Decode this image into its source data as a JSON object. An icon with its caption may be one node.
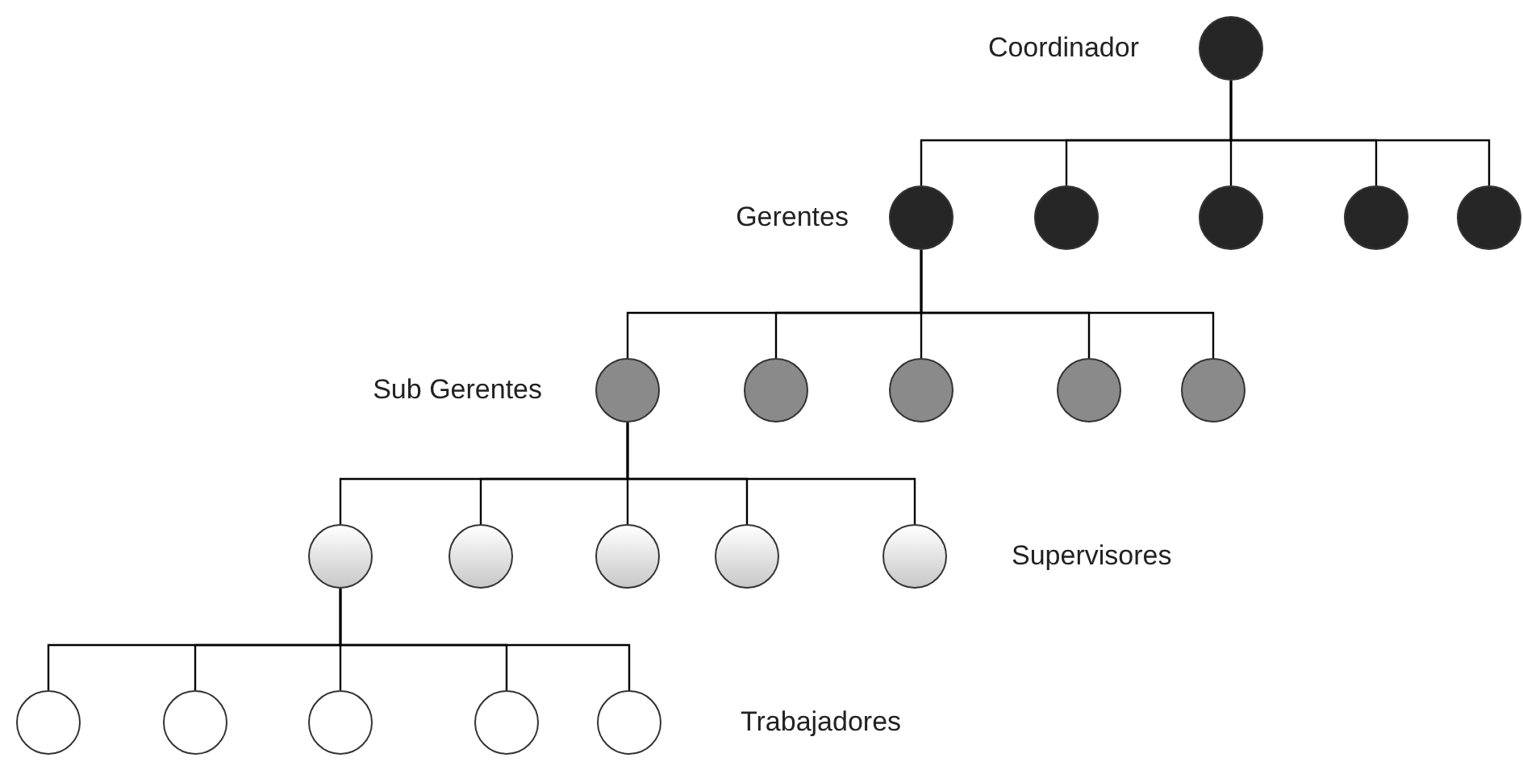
{
  "diagram": {
    "nodes": [
      {
        "text": [],
        "shape": "circle",
        "beside": [
          "Coordinador"
        ]
      },
      {
        "text": [],
        "shape": "circle",
        "beside": [
          "Gerentes"
        ]
      },
      {
        "text": [],
        "shape": "circle"
      },
      {
        "text": [],
        "shape": "circle"
      },
      {
        "text": [],
        "shape": "circle"
      },
      {
        "text": [],
        "shape": "circle"
      },
      {
        "text": [],
        "shape": "circle",
        "beside": [
          "Sub Gerentes"
        ]
      },
      {
        "text": [],
        "shape": "circle"
      },
      {
        "text": [],
        "shape": "circle"
      },
      {
        "text": [],
        "shape": "circle"
      },
      {
        "text": [],
        "shape": "circle"
      },
      {
        "text": [],
        "shape": "circle"
      },
      {
        "text": [],
        "shape": "circle"
      },
      {
        "text": [],
        "shape": "circle"
      },
      {
        "text": [],
        "shape": "circle"
      },
      {
        "text": [],
        "shape": "circle",
        "beside": [
          "Supervisores"
        ]
      },
      {
        "text": [],
        "shape": "circle"
      },
      {
        "text": [],
        "shape": "circle"
      },
      {
        "text": [],
        "shape": "circle"
      },
      {
        "text": [],
        "shape": "circle"
      },
      {
        "text": [],
        "shape": "circle",
        "beside": [
          "Trabajadores"
        ]
      }
    ],
    "edges": [
      {
        "from": 0,
        "to": 1,
        "arrow": "none"
      },
      {
        "from": 0,
        "to": 2,
        "arrow": "none"
      },
      {
        "from": 0,
        "to": 3,
        "arrow": "none"
      },
      {
        "from": 0,
        "to": 4,
        "arrow": "none"
      },
      {
        "from": 0,
        "to": 5,
        "arrow": "none"
      },
      {
        "from": 1,
        "to": 6,
        "arrow": "none"
      },
      {
        "from": 1,
        "to": 7,
        "arrow": "none"
      },
      {
        "from": 1,
        "to": 8,
        "arrow": "none"
      },
      {
        "from": 1,
        "to": 9,
        "arrow": "none"
      },
      {
        "from": 1,
        "to": 10,
        "arrow": "none"
      },
      {
        "from": 6,
        "to": 11,
        "arrow": "none"
      },
      {
        "from": 6,
        "to": 12,
        "arrow": "none"
      },
      {
        "from": 6,
        "to": 13,
        "arrow": "none"
      },
      {
        "from": 6,
        "to": 14,
        "arrow": "none"
      },
      {
        "from": 6,
        "to": 15,
        "arrow": "none"
      },
      {
        "from": 11,
        "to": 16,
        "arrow": "none"
      },
      {
        "from": 11,
        "to": 17,
        "arrow": "none"
      },
      {
        "from": 11,
        "to": 18,
        "arrow": "none"
      },
      {
        "from": 11,
        "to": 19,
        "arrow": "none"
      },
      {
        "from": 11,
        "to": 20,
        "arrow": "none"
      }
    ]
  }
}
